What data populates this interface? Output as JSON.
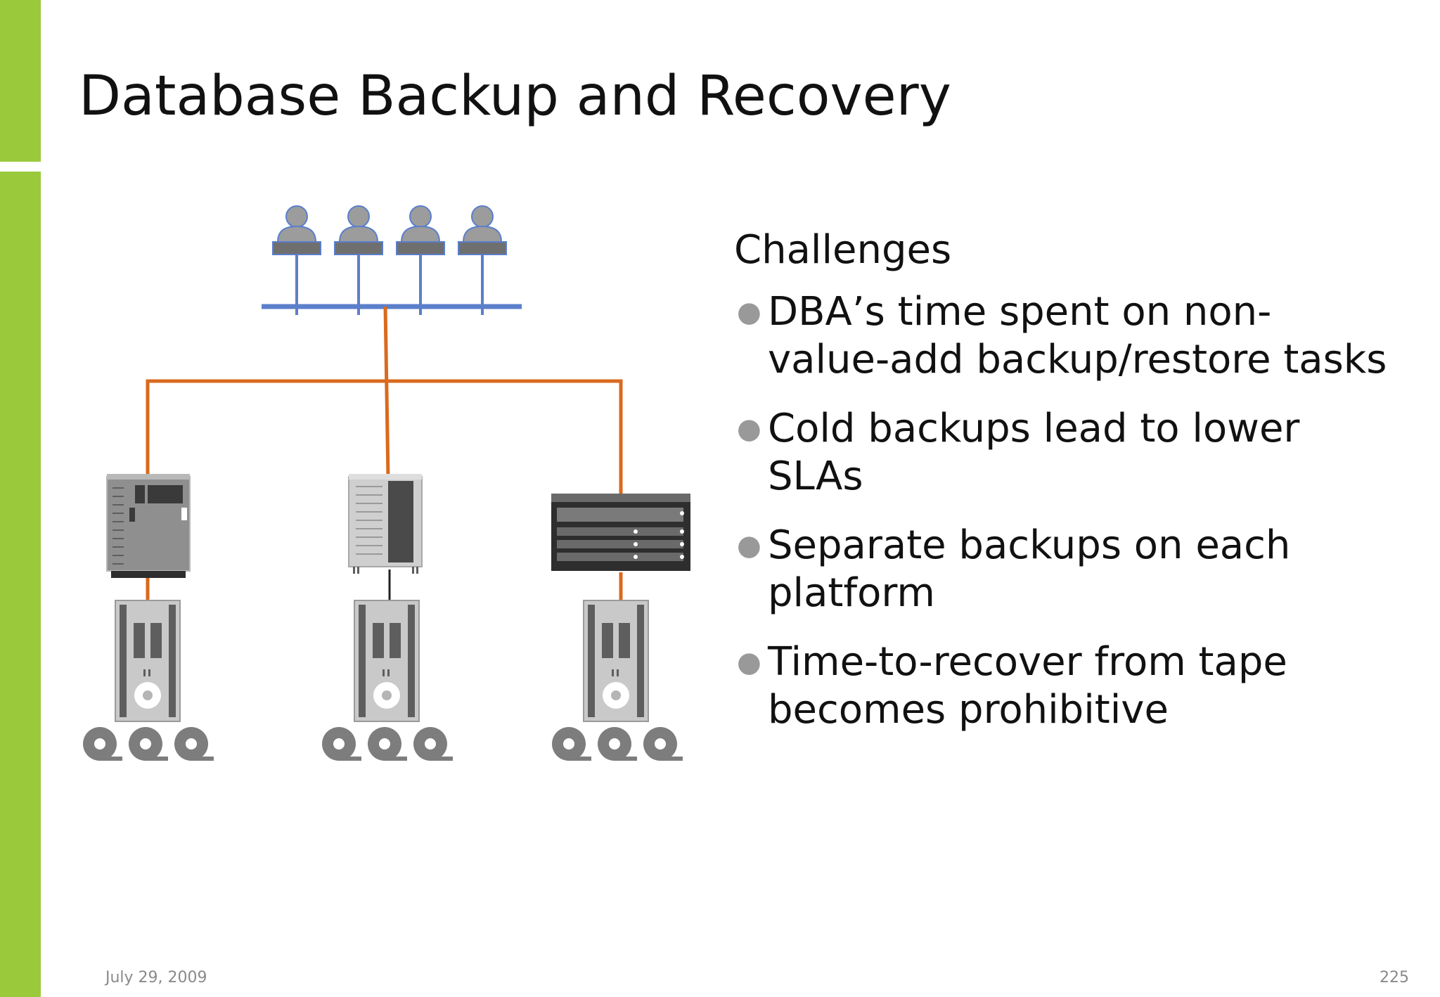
{
  "slide": {
    "title": "Database Backup and Recovery",
    "footer_date": "July 29, 2009",
    "page_number": "225"
  },
  "challenges": {
    "heading": "Challenges",
    "items": [
      {
        "line1": "DBA’s time spent on non-",
        "line2": "value-add backup/restore tasks"
      },
      {
        "line1": "Cold backups lead to lower",
        "line2": "SLAs"
      },
      {
        "line1": "Separate backups on each",
        "line2": "platform"
      },
      {
        "line1": "Time-to-recover from tape",
        "line2": "becomes prohibitive"
      }
    ]
  },
  "colors": {
    "accent_bar": "#9ACA3C",
    "network_line": "#5B7FCB",
    "link_line": "#D96A1E",
    "bullet_dot": "#999999"
  }
}
